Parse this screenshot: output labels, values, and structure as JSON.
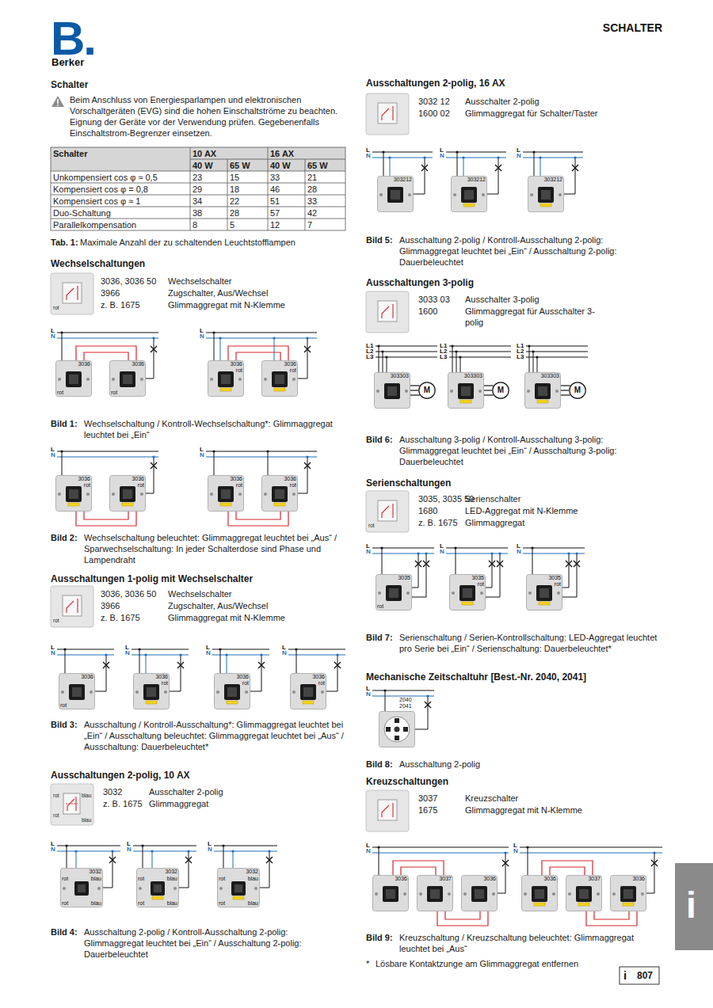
{
  "diagram": {
    "title": "SCHALTER",
    "nodes": [
      {
        "text": [
          "3036",
          "rot"
        ]
      },
      {
        "text": [
          "3036",
          "rot"
        ]
      },
      {
        "text": [
          "3036",
          "rot"
        ]
      },
      {
        "text": [
          "3036",
          "rot"
        ]
      },
      {
        "text": [
          "3036",
          "rot"
        ]
      },
      {
        "text": [
          "3036",
          "rot"
        ]
      },
      {
        "text": [
          "3036",
          "rot"
        ]
      },
      {
        "text": [
          "3036",
          "rot"
        ]
      },
      {
        "text": [
          "3036",
          "rot"
        ]
      },
      {
        "text": [
          "3036",
          "rot"
        ]
      },
      {
        "text": [
          "3036",
          "rot"
        ]
      },
      {
        "text": [
          "3036",
          "rot"
        ]
      },
      {
        "text": [
          "3032",
          "rot",
          "blau",
          "rot",
          "blau"
        ]
      },
      {
        "text": [
          "3032",
          "rot",
          "blau",
          "rot",
          "blau"
        ]
      },
      {
        "text": [
          "3032",
          "rot",
          "blau",
          "rot",
          "blau"
        ]
      },
      {
        "text": [
          "303212"
        ]
      },
      {
        "text": [
          "303212"
        ]
      },
      {
        "text": [
          "303212"
        ]
      },
      {
        "text": [
          "303303"
        ]
      },
      {
        "text": [
          "M"
        ]
      },
      {
        "text": [
          "303303"
        ]
      },
      {
        "text": [
          "M"
        ]
      },
      {
        "text": [
          "303303"
        ]
      },
      {
        "text": [
          "M"
        ]
      },
      {
        "text": [
          "3035",
          "rot"
        ]
      },
      {
        "text": [
          "3035",
          "rot"
        ]
      },
      {
        "text": [
          "3035",
          "rot"
        ]
      },
      {
        "text": [
          "2040",
          "2041"
        ]
      },
      {
        "text": [
          "3036"
        ]
      },
      {
        "text": [
          "3037"
        ]
      },
      {
        "text": [
          "3036"
        ]
      },
      {
        "text": [
          "3036"
        ]
      },
      {
        "text": [
          "3037"
        ]
      },
      {
        "text": [
          "3036"
        ]
      }
    ],
    "edges": [
      {
        "from": 0,
        "to": 1,
        "arrow": "none"
      },
      {
        "from": 0,
        "to": 1,
        "arrow": "none"
      },
      {
        "from": 2,
        "to": 3,
        "arrow": "none"
      },
      {
        "from": 2,
        "to": 3,
        "arrow": "none"
      },
      {
        "from": 4,
        "to": 5,
        "arrow": "none"
      },
      {
        "from": 4,
        "to": 5,
        "arrow": "none"
      },
      {
        "from": 6,
        "to": 7,
        "arrow": "none"
      },
      {
        "from": 6,
        "to": 7,
        "arrow": "none"
      },
      {
        "from": 18,
        "to": 19,
        "arrow": "none"
      },
      {
        "from": 18,
        "to": 19,
        "arrow": "none"
      },
      {
        "from": 18,
        "to": 19,
        "arrow": "none"
      },
      {
        "from": 20,
        "to": 21,
        "arrow": "none"
      },
      {
        "from": 20,
        "to": 21,
        "arrow": "none"
      },
      {
        "from": 20,
        "to": 21,
        "arrow": "none"
      },
      {
        "from": 22,
        "to": 23,
        "arrow": "none"
      },
      {
        "from": 22,
        "to": 23,
        "arrow": "none"
      },
      {
        "from": 22,
        "to": 23,
        "arrow": "none"
      },
      {
        "from": 28,
        "to": 29,
        "arrow": "none"
      },
      {
        "from": 28,
        "to": 29,
        "arrow": "none"
      },
      {
        "from": 29,
        "to": 30,
        "arrow": "none"
      },
      {
        "from": 29,
        "to": 30,
        "arrow": "none"
      },
      {
        "from": 31,
        "to": 32,
        "arrow": "none"
      },
      {
        "from": 31,
        "to": 32,
        "arrow": "none"
      },
      {
        "from": 32,
        "to": 33,
        "arrow": "none"
      },
      {
        "from": 32,
        "to": 33,
        "arrow": "none"
      }
    ],
    "labels": [
      "B.",
      "Berker",
      "Schalter",
      "Beim Anschluss von Energiesparlampen und elektronischen Vorschaltgeräten (EVG) sind die hohen Einschaltströme zu beachten. Eignung der Geräte vor der Verwendung prüfen. Gegebenenfalls Einschaltstrom-Begrenzer einsetzen.",
      "Schalter",
      "10 AX",
      "16 AX",
      "40 W",
      "65 W",
      "40 W",
      "65 W",
      "Unkompensiert cos φ ≈ 0,5",
      "23",
      "15",
      "33",
      "21",
      "Kompensiert cos φ = 0,8",
      "29",
      "18",
      "46",
      "28",
      "Kompensiert cos φ ≈ 1",
      "34",
      "22",
      "51",
      "33",
      "Duo-Schaltung",
      "38",
      "28",
      "57",
      "42",
      "Parallelkompensation",
      "8",
      "5",
      "12",
      "7",
      "Tab. 1:",
      "Maximale Anzahl der zu schaltenden Leuchtstofflampen",
      "Wechselschaltungen",
      "rot",
      "3036, 3036 50",
      "Wechselschalter",
      "3966",
      "Zugschalter, Aus/Wechsel",
      "z. B. 1675",
      "Glimmaggregat mit N-Klemme",
      "L",
      "N",
      "L",
      "N",
      "Bild 1:",
      "Wechselschaltung / Kontroll-Wechselschaltung*: Glimmaggregat leuchtet bei „Ein“",
      "L",
      "N",
      "L",
      "N",
      "Bild 2:",
      "Wechselschaltung beleuchtet: Glimmaggregat leuchtet bei „Aus“ / Sparwechselschaltung: In jeder Schalterdose sind Phase und Lampendraht",
      "Ausschaltungen 1-polig mit Wechselschalter",
      "rot",
      "3036, 3036 50",
      "Wechselschalter",
      "3966",
      "Zugschalter, Aus/Wechsel",
      "z. B. 1675",
      "Glimmaggregat mit N-Klemme",
      "L",
      "N",
      "L",
      "N",
      "L",
      "N",
      "L",
      "N",
      "Bild 3:",
      "Ausschaltung / Kontroll-Ausschaltung*: Glimmaggregat leuchtet bei „Ein“ / Ausschaltung beleuchtet: Glimmaggregat leuchtet bei „Aus“ / Ausschaltung: Dauerbeleuchtet*",
      "Ausschaltungen 2-polig, 10 AX",
      "rot",
      "blau",
      "rot",
      "blau",
      "3032",
      "Ausschalter 2-polig",
      "z. B. 1675",
      "Glimmaggregat",
      "L",
      "N",
      "L",
      "N",
      "L",
      "N",
      "Bild 4:",
      "Ausschaltung 2-polig / Kontroll-Ausschaltung 2-polig: Glimmaggregat leuchtet bei „Ein“ / Ausschaltung 2-polig: Dauerbeleuchtet",
      "Ausschaltungen 2-polig, 16 AX",
      "3032 12",
      "Ausschalter 2-polig",
      "1600 02",
      "Glimmaggregat für Schalter/Taster",
      "L",
      "N",
      "L",
      "N",
      "L",
      "N",
      "Bild 5:",
      "Ausschaltung 2-polig / Kontroll-Ausschaltung 2-polig: Glimmaggregat leuchtet bei „Ein“ / Ausschaltung 2-polig: Dauerbeleuchtet",
      "Ausschaltungen 3-polig",
      "3033 03",
      "Ausschalter 3-polig",
      "1600",
      "Glimmaggregat für Ausschalter 3-polig",
      "L1",
      "L2",
      "L3",
      "L1",
      "L2",
      "L3",
      "L1",
      "L2",
      "L3",
      "Bild 6:",
      "Ausschaltung 3-polig / Kontroll-Ausschaltung 3-polig: Glimmaggregat leuchtet bei „Ein“ / Ausschaltung 3-polig: Dauerbeleuchtet",
      "Serienschaltungen",
      "rot",
      "3035, 3035 50",
      "Serienschalter",
      "1680",
      "LED-Aggregat mit N-Klemme",
      "z. B. 1675",
      "Glimmaggregat",
      "L",
      "N",
      "L",
      "N",
      "L",
      "N",
      "Bild 7:",
      "Serienschaltung / Serien-Kontrollschaltung: LED-Aggregat leuchtet pro Serie bei „Ein“ / Serienschaltung: Dauerbeleuchtet*",
      "Mechanische Zeitschaltuhr [Best.-Nr. 2040, 2041]",
      "L",
      "N",
      "Bild 8:",
      "Ausschaltung 2-polig",
      "Kreuzschaltungen",
      "3037",
      "Kreuzschalter",
      "1675",
      "Glimmaggregat mit N-Klemme",
      "L",
      "N",
      "L",
      "N",
      "Bild 9:",
      "Kreuzschaltung / Kreuzschaltung beleuchtet: Glimmaggregat leuchtet bei „Aus“",
      "*",
      "Lösbare Kontaktzunge am Glimmaggregat entfernen",
      "i",
      "i",
      "807"
    ]
  }
}
